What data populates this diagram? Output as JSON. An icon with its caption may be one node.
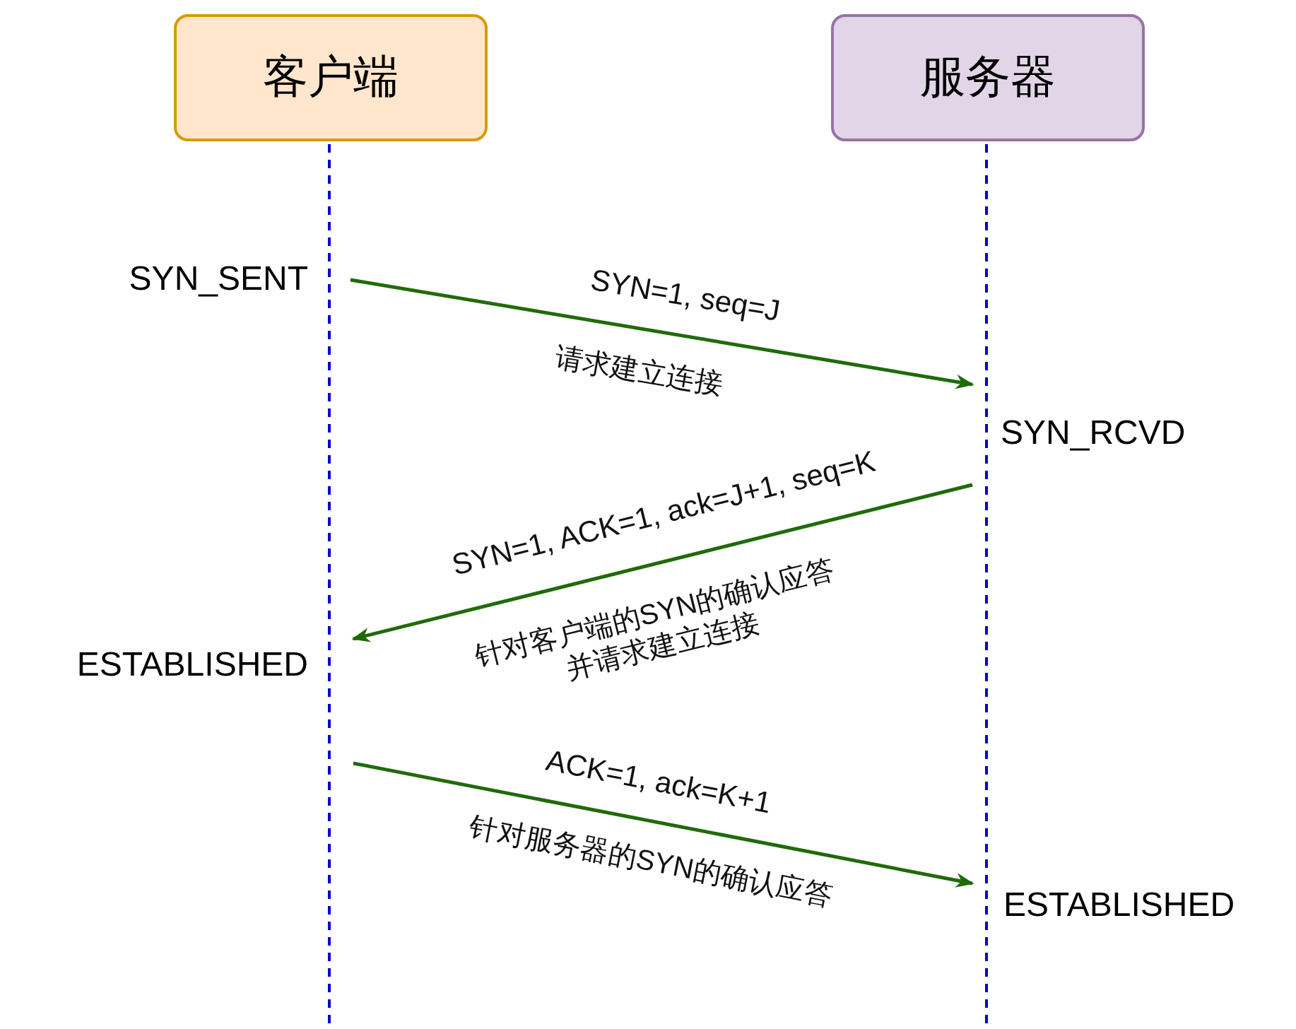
{
  "diagram": {
    "nodes": [
      {
        "text": [
          "客户端"
        ]
      },
      {
        "text": [
          "服务器"
        ]
      },
      {
        "text": [
          "SYN_SENT"
        ]
      },
      {
        "text": [
          "SYN_RCVD"
        ]
      },
      {
        "text": [
          "ESTABLISHED"
        ]
      },
      {
        "text": [
          "ESTABLISHED"
        ]
      }
    ],
    "edges": [
      {
        "from": 2,
        "to": 3,
        "arrow": "to",
        "label": "SYN=1, seq=J"
      },
      {
        "from": 3,
        "to": 4,
        "arrow": "to",
        "label": "SYN=1, ACK=1, ack=J+1, seq=K"
      },
      {
        "from": null,
        "to": 5,
        "arrow": "to",
        "label": "ACK=1, ack=K+1"
      }
    ],
    "labels": [
      "请求建立连接",
      "针对客户端的SYN的确认应答并请求建立连接",
      "针对服务器的SYN的确认应答"
    ]
  }
}
